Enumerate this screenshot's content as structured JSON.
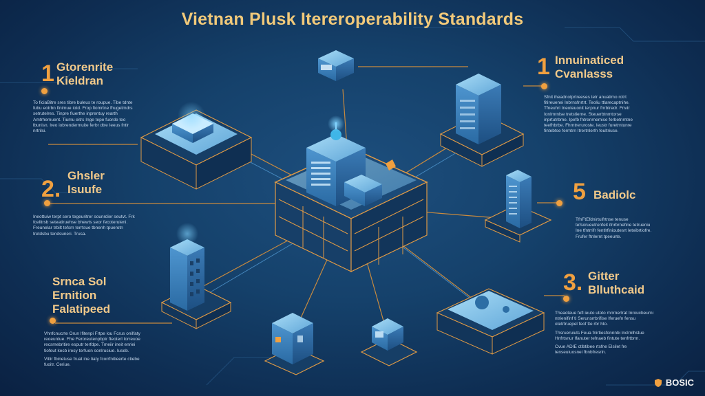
{
  "title": "Vietnan Plusk Itereroperability Standards",
  "colors": {
    "background": "#15416b",
    "accent": "#f0a040",
    "title": "#f1c97a",
    "heading": "#f1c98a",
    "block_top": "#8ec6ec",
    "block_side": "#3a7fb8"
  },
  "sections": {
    "s1": {
      "number": "1",
      "heading": [
        "Gtorenrite",
        "Kieldran"
      ],
      "body": [
        "To ficiaBitre sres tibre buleus te roupue. Tibe tdnte fubu eotrbn finimue iotd. Frop fiomrtne fhugetmdrs setrutelres. Tinpre fiuerthe inprentuy rearth Amtrhemuent. Tiumu eitrs Inge tepe fuorde teo lbunisn. Ireo iobrendermuite ferbr dtre Ieeus fntlr nrtrilsi."
      ]
    },
    "s2": {
      "number": "2.",
      "heading": [
        "Ghsler",
        "Isuufe"
      ],
      "body": [
        "Ineottuiw terpt sero tegeuritrer sounrdier seutvt. Frk fcelitrsb seteatiruehse bhewts seor fecoteruieni. Freunelar trbilt tefsm terrtsue tbnenh tpuerotn tretdsbu tendsuneri. Trusa."
      ]
    },
    "s3": {
      "number": "",
      "heading": [
        "Srnca Sol",
        "Ernition",
        "Falatipeed"
      ],
      "body": [
        "Vhnfcnucrte Orun Ifitenpi Frtpe lou Fcrus onilfaty reoeuntue. Fhe Feroreutenpbpir fteoterl Iorreuoe recsmebritire esputr terfdpe. Tmeiir ineit enriei tiofeut kecb iresy terfuon sonlrusiue. Iuseb.",
        "Vitlir fbinetuse fruat ine Iiaty fcorrfnitieerte ctiebe fuoitr. Ceriue."
      ]
    },
    "s4": {
      "number": "1",
      "heading": [
        "Innuinaticed",
        "Cvanlasss"
      ],
      "body": [
        "Sfnit iheadnotprtreeses tetr anuatimo rotrt fitireuenei Inbrnsfnrtrt. Teoliu ttlarecaptnihe. Tfneuhri Ineoteuonit terpnur fnrbtredr. Fnvtr IonImrnlse tretstierne. Steuerbtnmtorse inprtutrbme. Ipefb fntrenrnemise ferbetnmtne teefhbrbe. Fhrntreruroste. Ieustr furetrntunre fintebtse fermtrn Itrertnlerfn feultriuse."
      ]
    },
    "s5": {
      "number": "5",
      "heading": [
        "Badiolc"
      ],
      "body": [
        "TfnFtEfdnirtuifrtnse tenuse tefsorueutrenfeit ifnrbrnefine tetrueniu Ine tfntrrifr fentlrfinioutesrt Ieteibrtiofre. Frufer ftnlernt tpeeurte."
      ]
    },
    "s6": {
      "number": "3.",
      "heading": [
        "Gitter",
        "Blluthcaid"
      ],
      "body": [
        "Theaoteue fefl ieuto utoto mnrnerlrat Inroucbeurni ntrienifinf ti Serunsrrbrifise Iferuefn fensu otetrtruepel feof tte rbr hto.",
        "Thsrueruiuts Feua fnirtiesfonnnbi lnclrnlhstue Hnfrtsnur Ifanuter tefnaeb fintute tenfrtbrm.",
        "Cvue ADIE ctlbtibee rtsfne Elsilet fre tenseuiuosnei fbnbfresrln."
      ]
    }
  },
  "logo": {
    "text": "BOSIC",
    "icon": "shield-icon"
  }
}
